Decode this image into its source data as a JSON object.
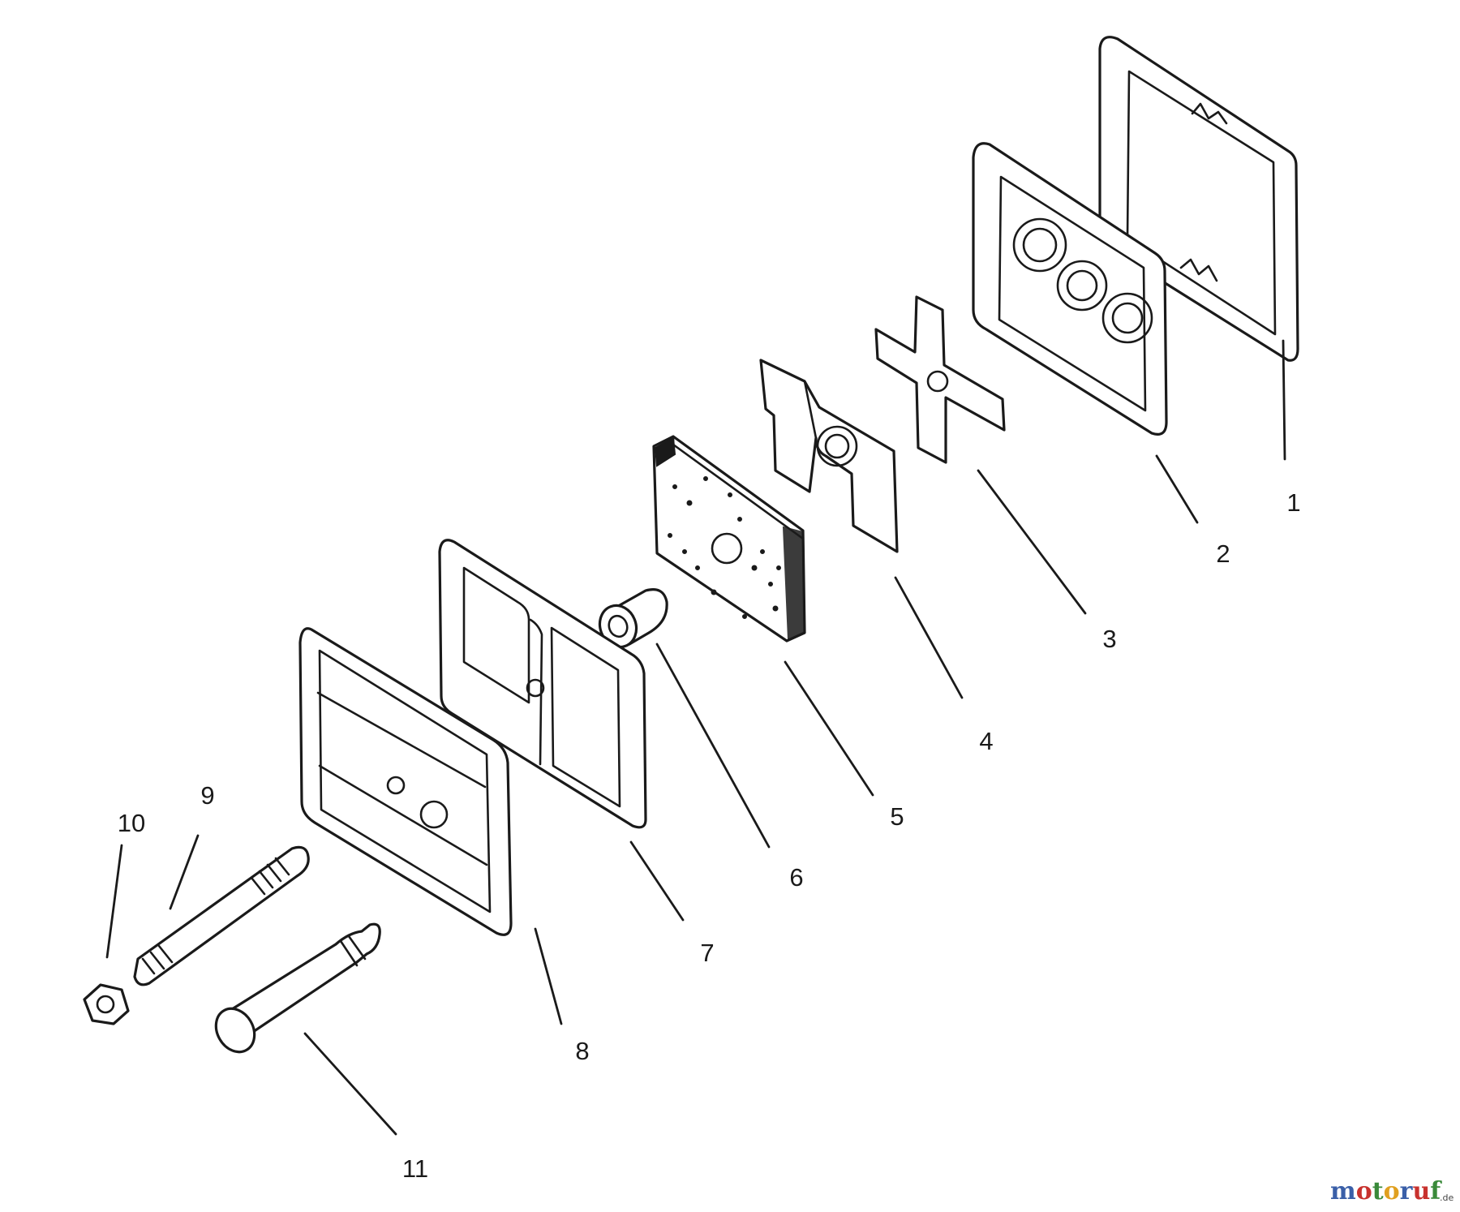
{
  "callouts": [
    {
      "id": "1",
      "label": "1"
    },
    {
      "id": "2",
      "label": "2"
    },
    {
      "id": "3",
      "label": "3"
    },
    {
      "id": "4",
      "label": "4"
    },
    {
      "id": "5",
      "label": "5"
    },
    {
      "id": "6",
      "label": "6"
    },
    {
      "id": "7",
      "label": "7"
    },
    {
      "id": "8",
      "label": "8"
    },
    {
      "id": "9",
      "label": "9"
    },
    {
      "id": "10",
      "label": "10"
    },
    {
      "id": "11",
      "label": "11"
    }
  ],
  "watermark": {
    "text": "motoruf",
    "suffix": ".de",
    "colors": [
      "#3a5fa8",
      "#c8322e",
      "#3a8a3a",
      "#e0a020",
      "#3a5fa8",
      "#c8322e",
      "#3a8a3a"
    ]
  }
}
